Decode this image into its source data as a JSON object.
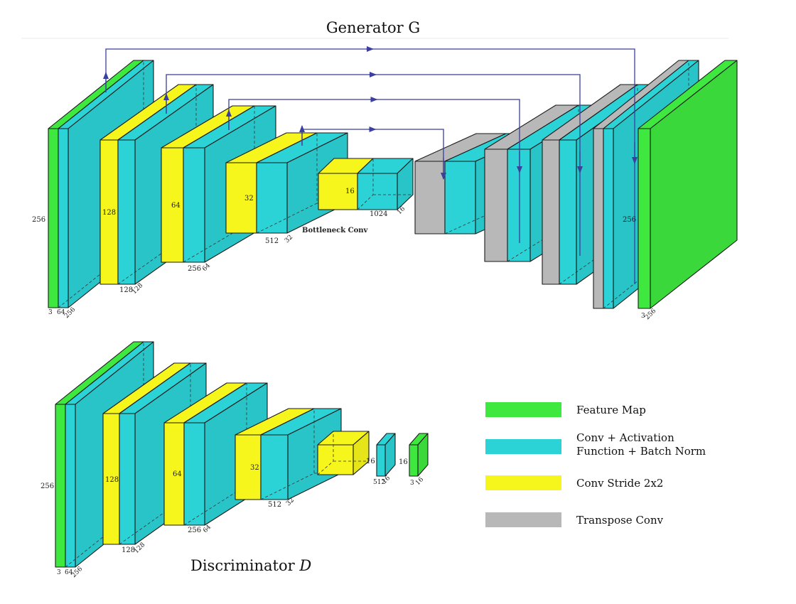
{
  "colors": {
    "feature_map": "#3ee83e",
    "conv": "#2cd3d6",
    "stride": "#f6f61c",
    "transpose": "#b8b8b8",
    "skip_arrow": "#3b3f9e"
  },
  "generator": {
    "title": "Generator G",
    "bottleneck_label": "Bottleneck Conv",
    "encoder_labels": {
      "b1_height": "256",
      "b1_ch_a": "3",
      "b1_ch_b": "64",
      "b1_depth": "256",
      "b2_height": "128",
      "b2_width": "128",
      "b2_depth": "128",
      "b3_height": "64",
      "b3_width": "256",
      "b3_depth": "64",
      "b4_height": "32",
      "b4_width": "512",
      "b4_depth": "32",
      "bn_height": "16",
      "bn_width": "1024",
      "bn_depth": "16"
    },
    "decoder_labels": {
      "d4_height": "256",
      "out_ch": "3",
      "out_depth": "256"
    }
  },
  "discriminator": {
    "title_main": "Discriminator ",
    "title_var": "D",
    "labels": {
      "b1_height": "256",
      "b1_ch_a": "3",
      "b1_ch_b": "64",
      "b1_depth": "256",
      "b2_height": "128",
      "b2_width": "128",
      "b2_depth": "128",
      "b3_height": "64",
      "b3_width": "256",
      "b3_depth": "64",
      "b4_height": "32",
      "b4_width": "512",
      "b4_depth": "32",
      "b5_depth": "16",
      "b6_height": "16",
      "b6_width": "512",
      "b6_depth": "16",
      "b7_height": "16",
      "b7_width": "3",
      "b7_depth": "16"
    }
  },
  "legend": {
    "items": [
      {
        "label_lines": [
          "Feature Map"
        ],
        "color": "#3ee83e"
      },
      {
        "label_lines": [
          "Conv + Activation",
          "Function + Batch Norm"
        ],
        "color": "#2cd3d6"
      },
      {
        "label_lines": [
          "Conv Stride 2x2"
        ],
        "color": "#f6f61c"
      },
      {
        "label_lines": [
          "Transpose Conv"
        ],
        "color": "#b8b8b8"
      }
    ]
  }
}
